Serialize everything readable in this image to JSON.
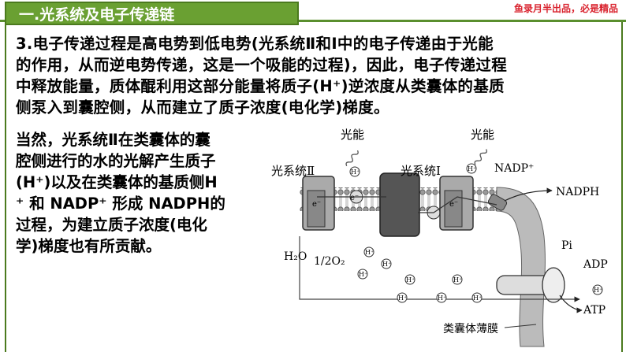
{
  "header": {
    "title": "一.光系统及电子传递链",
    "brand": "鱼录月半出品，必是精品"
  },
  "paragraph1": {
    "lines": [
      "3.电子传递过程是高电势到低电势(光系统Ⅱ和Ⅰ中的电子传递由于光能",
      "的作用，从而逆电势传递，这是一个吸能的过程)，因此，电子传递过程",
      "中释放能量，质体醌利用这部分能量将质子(H⁺)逆浓度从类囊体的基质",
      "侧泵入到囊腔侧，从而建立了质子浓度(电化学)梯度。"
    ]
  },
  "paragraph2": {
    "lines": [
      "当然，光系统Ⅱ在类囊体的囊",
      "腔侧进行的水的光解产生质子",
      "(H⁺)以及在类囊体的基质侧H",
      "⁺ 和 NADP⁺ 形成 NADPH的",
      "过程，为建立质子浓度(电化",
      "学)梯度也有所贡献。"
    ]
  },
  "diagram": {
    "light_left": "光能",
    "light_right": "光能",
    "ps2_label": "光系统Ⅱ",
    "ps1_label": "光系统Ⅰ",
    "nadp_plus": "NADP⁺",
    "nadph": "NADPH",
    "pi": "Pi",
    "adp": "ADP",
    "atp": "ATP",
    "h2o": "H₂O",
    "half_o2": "1/2O₂",
    "membrane_label": "类囊体薄膜",
    "electron": "e⁻",
    "proton": "H⁺"
  },
  "colors": {
    "title_bar": "#6aa032",
    "brand_text": "#d9232e"
  }
}
